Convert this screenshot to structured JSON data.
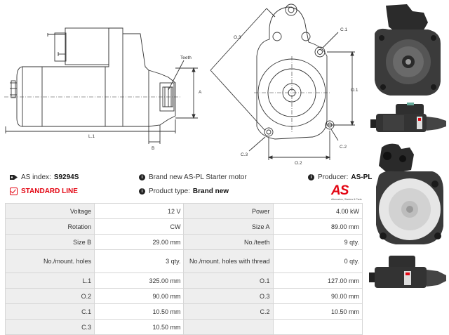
{
  "drawing_labels": {
    "teeth": "Teeth",
    "a": "A",
    "b": "B",
    "l1": "L.1",
    "o3": "O.3",
    "c1": "C.1",
    "o1": "O.1",
    "c2": "C.2",
    "o2": "O.2",
    "c3": "C.3"
  },
  "info": {
    "as_index_label": "AS index:",
    "as_index_value": "S9294S",
    "description": "Brand new AS-PL Starter motor",
    "producer_label": "Producer:",
    "producer_value": "AS-PL",
    "standard_line": "STANDARD LINE",
    "product_type_label": "Product type:",
    "product_type_value": "Brand new"
  },
  "logo": {
    "text": "AS",
    "sub": "Alternators, Starters & Parts"
  },
  "specs": [
    {
      "k1": "Voltage",
      "v1": "12 V",
      "k2": "Power",
      "v2": "4.00 kW"
    },
    {
      "k1": "Rotation",
      "v1": "CW",
      "k2": "Size A",
      "v2": "89.00 mm"
    },
    {
      "k1": "Size B",
      "v1": "29.00 mm",
      "k2": "No./teeth",
      "v2": "9 qty."
    },
    {
      "k1": "No./mount. holes",
      "v1": "3 qty.",
      "k2": "No./mount. holes with thread",
      "v2": "0 qty."
    },
    {
      "k1": "L.1",
      "v1": "325.00 mm",
      "k2": "O.1",
      "v2": "127.00 mm"
    },
    {
      "k1": "O.2",
      "v1": "90.00 mm",
      "k2": "O.3",
      "v2": "90.00 mm"
    },
    {
      "k1": "C.1",
      "v1": "10.50 mm",
      "k2": "C.2",
      "v2": "10.50 mm"
    },
    {
      "k1": "C.3",
      "v1": "10.50 mm",
      "k2": "",
      "v2": ""
    }
  ]
}
